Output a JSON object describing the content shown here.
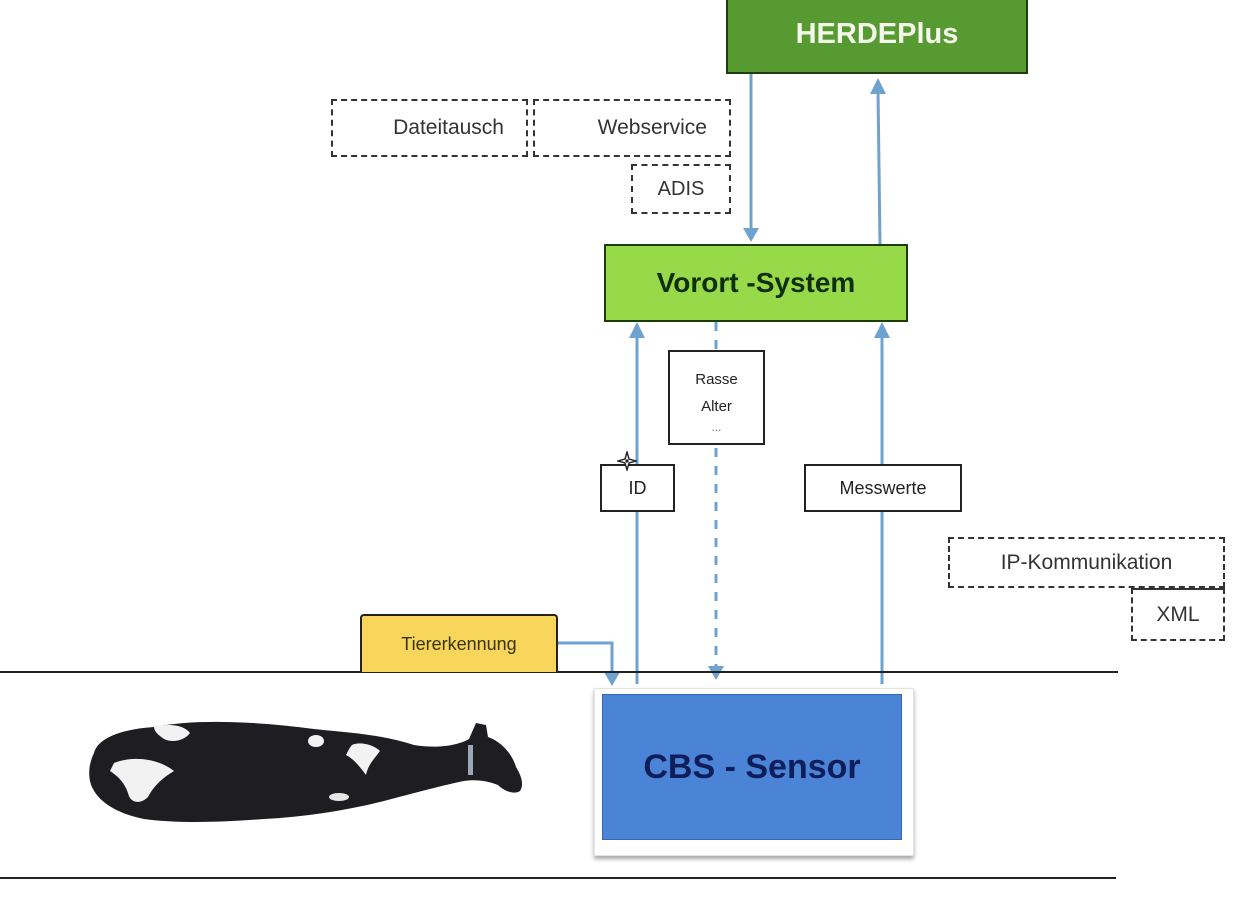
{
  "diagram": {
    "nodes": {
      "herdeplus": "HERDEPlus",
      "vorort_system": "Vorort -System",
      "cbs_sensor": "CBS - Sensor",
      "tiererkennung": "Tiererkennung"
    },
    "interfaces_top": {
      "dateitausch": "Dateitausch",
      "webservice": "Webservice",
      "adis": "ADIS"
    },
    "interfaces_bottom": {
      "ip_kommunikation": "IP-Kommunikation",
      "xml": "XML"
    },
    "data_labels": {
      "id": "ID",
      "messwerte": "Messwerte",
      "rasse": "Rasse",
      "alter": "Alter",
      "ellipsis": "..."
    },
    "colors": {
      "herdeplus": "#579a31",
      "vorort_system": "#98d94a",
      "cbs_sensor": "#4b84d6",
      "tiererkennung": "#f7d65b",
      "arrow": "#6fa3cf"
    },
    "edges": [
      {
        "from": "herdeplus",
        "to": "vorort_system",
        "style": "solid"
      },
      {
        "from": "vorort_system",
        "to": "herdeplus",
        "style": "solid"
      },
      {
        "from": "cbs_sensor",
        "to": "vorort_system",
        "label": "ID",
        "style": "solid"
      },
      {
        "from": "vorort_system",
        "to": "cbs_sensor",
        "label": "Rasse / Alter / ...",
        "style": "dashed"
      },
      {
        "from": "cbs_sensor",
        "to": "vorort_system",
        "label": "Messwerte",
        "style": "solid"
      },
      {
        "from": "tiererkennung",
        "to": "cbs_sensor",
        "style": "solid"
      }
    ]
  }
}
